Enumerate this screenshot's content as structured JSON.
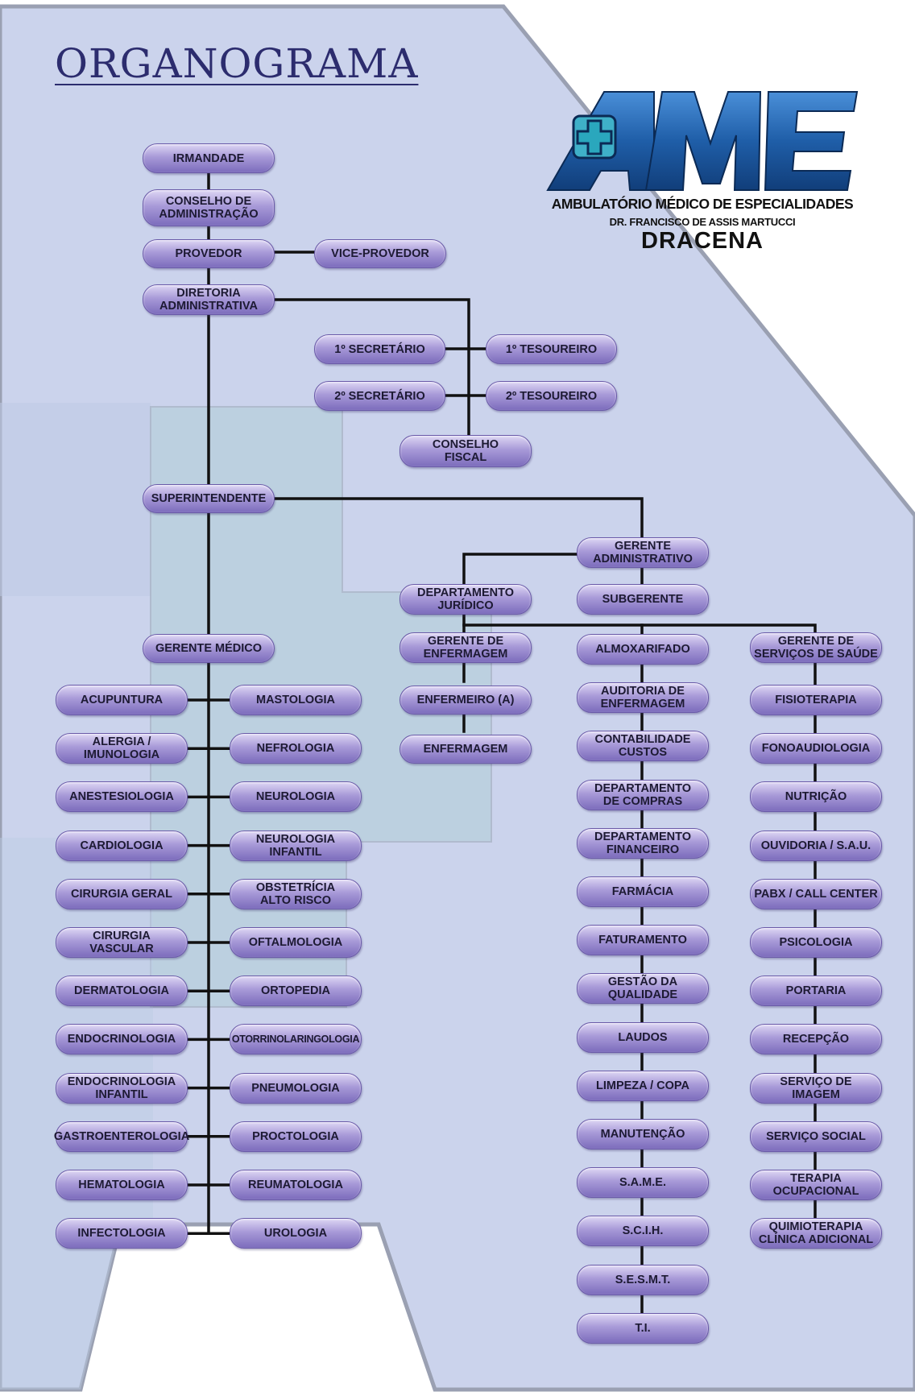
{
  "title": "ORGANOGRAMA",
  "logo": {
    "mark": "AME",
    "line1": "AMBULATÓRIO MÉDICO DE ESPECIALIDADES",
    "line2": "DR. FRANCISCO DE ASSIS MARTUCCI",
    "line3": "DRACENA"
  },
  "colors": {
    "background_panel": "#cbd3ec",
    "inner_panel": "#b7cfe0",
    "pill": "#a89ad8",
    "line": "#111111",
    "title": "#2c2c6e",
    "logo_blue": "#1f5ea8"
  },
  "nodes": {
    "irmandade": "IRMANDADE",
    "conselho_adm": "CONSELHO DE\nADMINISTRAÇÃO",
    "provedor": "PROVEDOR",
    "vice_provedor": "VICE-PROVEDOR",
    "diretoria": "DIRETORIA\nADMINISTRATIVA",
    "sec1": "1º SECRETÁRIO",
    "tes1": "1º TESOUREIRO",
    "sec2": "2º SECRETÁRIO",
    "tes2": "2º TESOUREIRO",
    "conselho_fiscal": "CONSELHO\nFISCAL",
    "superintendente": "SUPERINTENDENTE",
    "gerente_adm": "GERENTE\nADMINISTRATIVO",
    "dep_juridico": "DEPARTAMENTO\nJURÍDICO",
    "subgerente": "SUBGERENTE",
    "gerente_medico": "GERENTE MÉDICO",
    "gerente_enf": "GERENTE DE\nENFERMAGEM",
    "enfermeiro": "ENFERMEIRO (A)",
    "enfermagem": "ENFERMAGEM",
    "gerente_serv": "GERENTE DE\nSERVIÇOS DE SAÚDE"
  },
  "medical_left": [
    "ACUPUNTURA",
    "ALERGIA /\nIMUNOLOGIA",
    "ANESTESIOLOGIA",
    "CARDIOLOGIA",
    "CIRURGIA GERAL",
    "CIRURGIA VASCULAR",
    "DERMATOLOGIA",
    "ENDOCRINOLOGIA",
    "ENDOCRINOLOGIA\nINFANTIL",
    "GASTROENTEROLOGIA",
    "HEMATOLOGIA",
    "INFECTOLOGIA"
  ],
  "medical_right": [
    "MASTOLOGIA",
    "NEFROLOGIA",
    "NEUROLOGIA",
    "NEUROLOGIA\nINFANTIL",
    "OBSTETRÍCIA\nALTO RISCO",
    "OFTALMOLOGIA",
    "ORTOPEDIA",
    "OTORRINOLARINGOLOGIA",
    "PNEUMOLOGIA",
    "PROCTOLOGIA",
    "REUMATOLOGIA",
    "UROLOGIA"
  ],
  "admin_column": [
    "ALMOXARIFADO",
    "AUDITORIA DE\nENFERMAGEM",
    "CONTABILIDADE\nCUSTOS",
    "DEPARTAMENTO\nDE COMPRAS",
    "DEPARTAMENTO\nFINANCEIRO",
    "FARMÁCIA",
    "FATURAMENTO",
    "GESTÃO DA\nQUALIDADE",
    "LAUDOS",
    "LIMPEZA / COPA",
    "MANUTENÇÃO",
    "S.A.M.E.",
    "S.C.I.H.",
    "S.E.S.M.T.",
    "T.I."
  ],
  "services_column": [
    "FISIOTERAPIA",
    "FONOAUDIOLOGIA",
    "NUTRIÇÃO",
    "OUVIDORIA / S.A.U.",
    "PABX / CALL CENTER",
    "PSICOLOGIA",
    "PORTARIA",
    "RECEPÇÃO",
    "SERVIÇO DE\nIMAGEM",
    "SERVIÇO SOCIAL",
    "TERAPIA\nOCUPACIONAL",
    "QUIMIOTERAPIA\nCLÍNICA ADICIONAL"
  ]
}
